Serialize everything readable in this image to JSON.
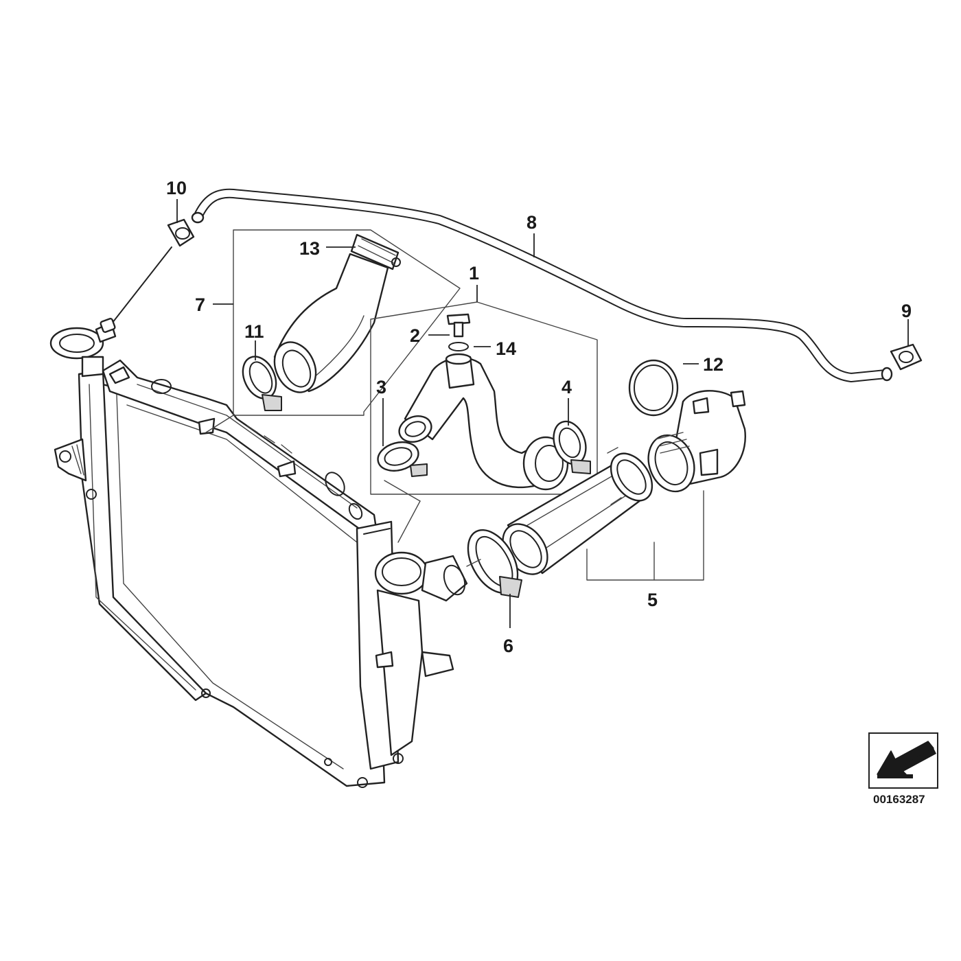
{
  "diagram": {
    "callouts": [
      {
        "id": "c1",
        "label": "1"
      },
      {
        "id": "c2",
        "label": "2"
      },
      {
        "id": "c3",
        "label": "3"
      },
      {
        "id": "c4",
        "label": "4"
      },
      {
        "id": "c5",
        "label": "5"
      },
      {
        "id": "c6",
        "label": "6"
      },
      {
        "id": "c7",
        "label": "7"
      },
      {
        "id": "c8",
        "label": "8"
      },
      {
        "id": "c9",
        "label": "9"
      },
      {
        "id": "c10",
        "label": "10"
      },
      {
        "id": "c11",
        "label": "11"
      },
      {
        "id": "c12",
        "label": "12"
      },
      {
        "id": "c13",
        "label": "13"
      },
      {
        "id": "c14",
        "label": "14"
      }
    ],
    "diagram_number": "00163287"
  }
}
